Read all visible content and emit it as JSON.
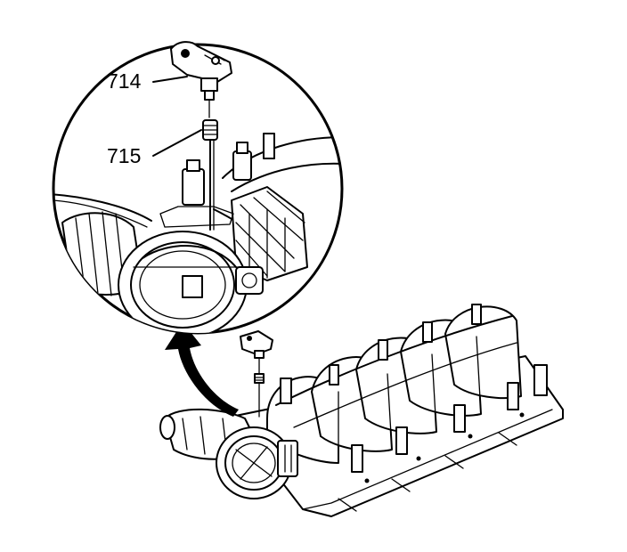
{
  "diagram": {
    "callouts": [
      {
        "id": "sensor",
        "label": "714"
      },
      {
        "id": "seal",
        "label": "715"
      }
    ],
    "colors": {
      "line": "#000000",
      "background": "#ffffff"
    }
  }
}
